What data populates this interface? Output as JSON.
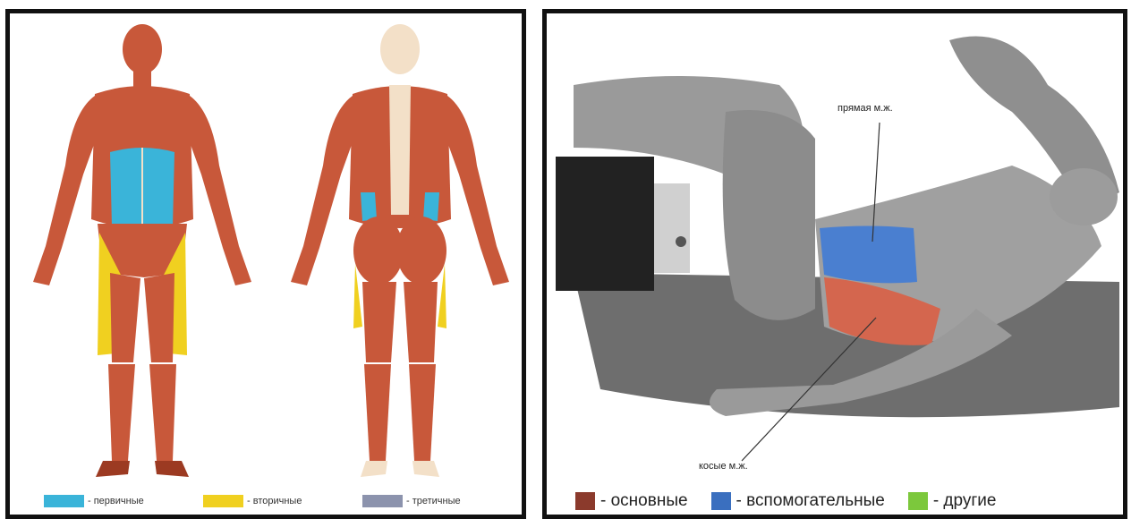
{
  "left_panel": {
    "legend": [
      {
        "label": "- первичные",
        "color": "#3ab4d9"
      },
      {
        "label": "- вторичные",
        "color": "#f0d020"
      },
      {
        "label": "- третичные",
        "color": "#8c93ad"
      }
    ]
  },
  "right_panel": {
    "labels": {
      "upper": "прямая м.ж.",
      "lower": "косые м.ж."
    },
    "legend": [
      {
        "label": "- основные",
        "color": "#8b3a2c"
      },
      {
        "label": "- вспомогательные",
        "color": "#3a6fbf"
      },
      {
        "label": "- другие",
        "color": "#7cc83c"
      }
    ]
  },
  "colors": {
    "muscle": "#c8583a",
    "muscle_dark": "#9c3a22",
    "skin_light": "#f3e0c8",
    "primary": "#3ab4d9",
    "secondary": "#f0d020",
    "grey_body": "#9a9a9a",
    "grey_floor": "#6e6e6e",
    "main_red": "#d4664e",
    "aux_blue": "#4a7fd0"
  }
}
